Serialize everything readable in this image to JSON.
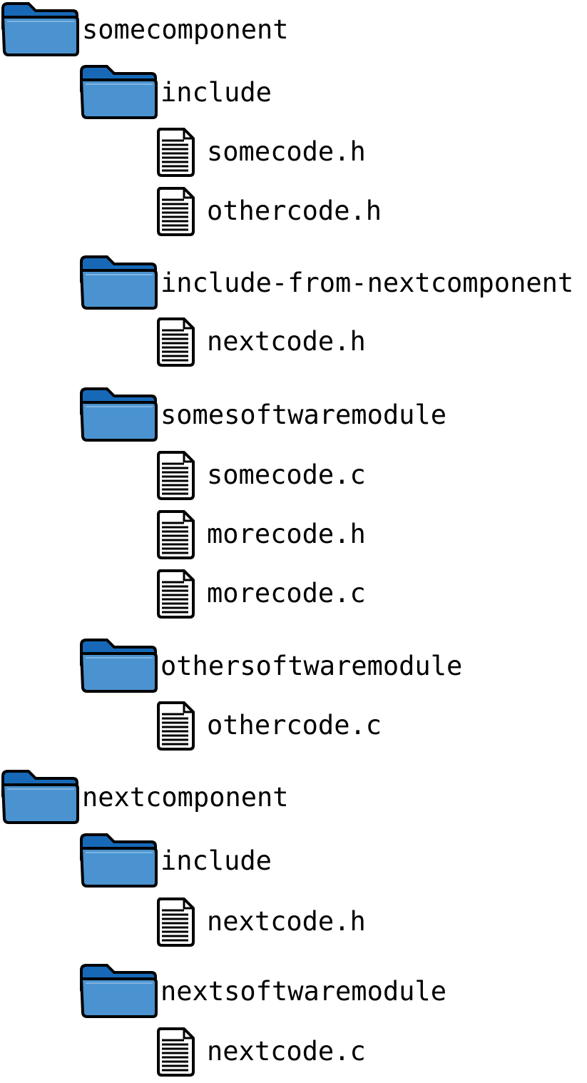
{
  "tree": [
    {
      "kind": "folder",
      "level": 0,
      "name": "somecomponent"
    },
    {
      "kind": "folder",
      "level": 1,
      "name": "include"
    },
    {
      "kind": "file",
      "level": 2,
      "name": "somecode.h"
    },
    {
      "kind": "file",
      "level": 2,
      "name": "othercode.h"
    },
    {
      "kind": "folder",
      "level": 1,
      "name": "include-from-nextcomponent"
    },
    {
      "kind": "file",
      "level": 2,
      "name": "nextcode.h"
    },
    {
      "kind": "folder",
      "level": 1,
      "name": "somesoftwaremodule"
    },
    {
      "kind": "file",
      "level": 2,
      "name": "somecode.c"
    },
    {
      "kind": "file",
      "level": 2,
      "name": "morecode.h"
    },
    {
      "kind": "file",
      "level": 2,
      "name": "morecode.c"
    },
    {
      "kind": "folder",
      "level": 1,
      "name": "othersoftwaremodule"
    },
    {
      "kind": "file",
      "level": 2,
      "name": "othercode.c"
    },
    {
      "kind": "folder",
      "level": 0,
      "name": "nextcomponent"
    },
    {
      "kind": "folder",
      "level": 1,
      "name": "include"
    },
    {
      "kind": "file",
      "level": 2,
      "name": "nextcode.h"
    },
    {
      "kind": "folder",
      "level": 1,
      "name": "nextsoftwaremodule"
    },
    {
      "kind": "file",
      "level": 2,
      "name": "nextcode.c"
    }
  ],
  "colors": {
    "folder_body": "#4a93d0",
    "folder_tab": "#1769b8",
    "outline": "#000000",
    "text": "#000000"
  },
  "icons": {
    "folder": "folder-icon",
    "file": "file-icon"
  }
}
